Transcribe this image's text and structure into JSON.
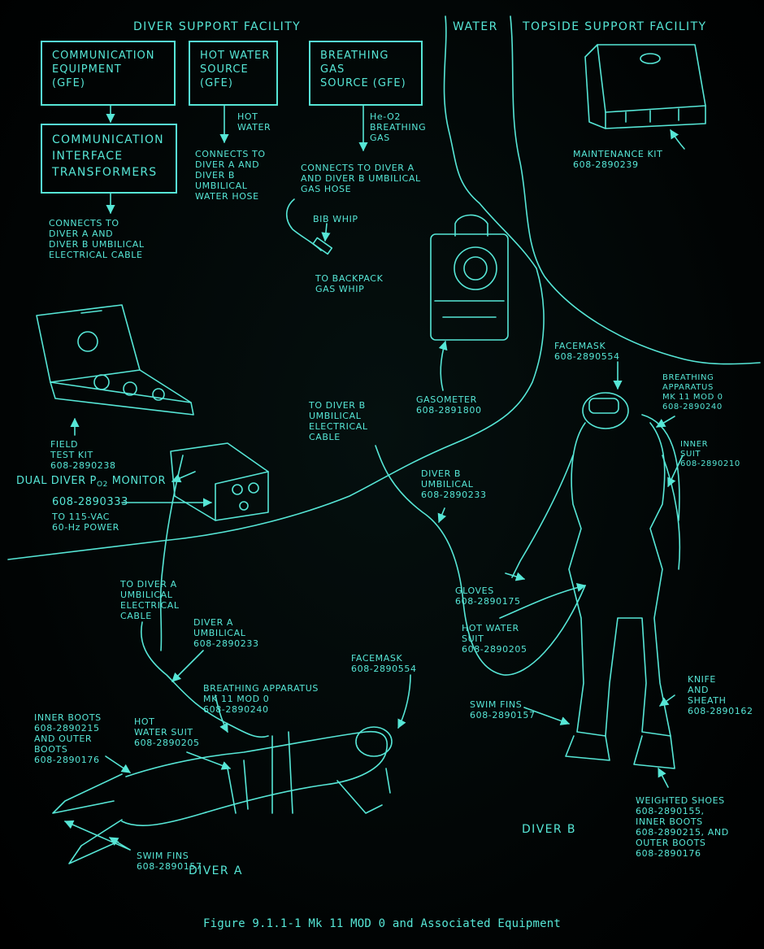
{
  "headers": {
    "diver_support": "DIVER SUPPORT FACILITY",
    "water": "WATER",
    "topside": "TOPSIDE SUPPORT FACILITY"
  },
  "boxes": {
    "comm_equipment": [
      "COMMUNICATION",
      "EQUIPMENT",
      "(GFE)"
    ],
    "hot_water_source": [
      "HOT WATER",
      "SOURCE",
      "(GFE)"
    ],
    "breathing_gas_source": [
      "BREATHING",
      "GAS",
      "SOURCE (GFE)"
    ],
    "comm_interface": [
      "COMMUNICATION",
      "INTERFACE",
      "TRANSFORMERS"
    ]
  },
  "notes": {
    "connects_electrical": [
      "CONNECTS TO",
      "DIVER A AND",
      "DIVER B UMBILICAL",
      "ELECTRICAL CABLE"
    ],
    "hot_water_arrow": [
      "HOT",
      "WATER"
    ],
    "connects_water": [
      "CONNECTS TO",
      "DIVER A AND",
      "DIVER B",
      "UMBILICAL",
      "WATER HOSE"
    ],
    "heo2": [
      "He-O2",
      "BREATHING",
      "GAS"
    ],
    "connects_gas": [
      "CONNECTS TO DIVER A",
      "AND DIVER B UMBILICAL",
      "GAS HOSE"
    ],
    "bib_whip": "BIB WHIP",
    "backpack_whip": [
      "TO BACKPACK",
      "GAS WHIP"
    ]
  },
  "equipment": {
    "maintenance_kit": [
      "MAINTENANCE KIT",
      "608-2890239"
    ],
    "field_test_kit": [
      "FIELD",
      "TEST KIT",
      "608-2890238"
    ],
    "monitor_prefix": "DUAL DIVER P",
    "monitor_sub": "O2",
    "monitor_suffix": " MONITOR",
    "monitor_number": "608-2890333",
    "power": [
      "TO 115-VAC",
      "60-Hz POWER"
    ],
    "gasometer": [
      "GASOMETER",
      "608-2891800"
    ]
  },
  "diver_b": {
    "to_cable": [
      "TO DIVER B",
      "UMBILICAL",
      "ELECTRICAL",
      "CABLE"
    ],
    "umbilical": [
      "DIVER B",
      "UMBILICAL",
      "608-2890233"
    ],
    "facemask": [
      "FACEMASK",
      "608-2890554"
    ],
    "breathing_apparatus": [
      "BREATHING",
      "APPARATUS",
      "MK 11 MOD 0",
      "608-2890240"
    ],
    "inner_suit": [
      "INNER",
      "SUIT",
      "608-2890210"
    ],
    "gloves": [
      "GLOVES",
      "608-2890175"
    ],
    "hot_water_suit": [
      "HOT WATER",
      "SUIT",
      "608-2890205"
    ],
    "knife": [
      "KNIFE",
      "AND",
      "SHEATH",
      "608-2890162"
    ],
    "swim_fins": [
      "SWIM FINS",
      "608-2890157"
    ],
    "weighted_shoes": [
      "WEIGHTED SHOES",
      "608-2890155,",
      "INNER BOOTS",
      "608-2890215, AND",
      "OUTER BOOTS",
      "608-2890176"
    ],
    "title": "DIVER B"
  },
  "diver_a": {
    "to_cable": [
      "TO DIVER A",
      "UMBILICAL",
      "ELECTRICAL",
      "CABLE"
    ],
    "umbilical": [
      "DIVER A",
      "UMBILICAL",
      "608-2890233"
    ],
    "facemask": [
      "FACEMASK",
      "608-2890554"
    ],
    "breathing_apparatus": [
      "BREATHING APPARATUS",
      "MK 11 MOD 0",
      "608-2890240"
    ],
    "inner_boots": [
      "INNER BOOTS",
      "608-2890215",
      "AND OUTER",
      "BOOTS",
      "608-2890176"
    ],
    "hot_water_suit": [
      "HOT",
      "WATER SUIT",
      "608-2890205"
    ],
    "swim_fins": [
      "SWIM FINS",
      "608-2890157"
    ],
    "title": "DIVER A"
  },
  "caption": "Figure 9.1.1-1     Mk 11 MOD 0 and Associated Equipment",
  "colors": {
    "ink": "#56e6d6",
    "background": "#000000"
  }
}
